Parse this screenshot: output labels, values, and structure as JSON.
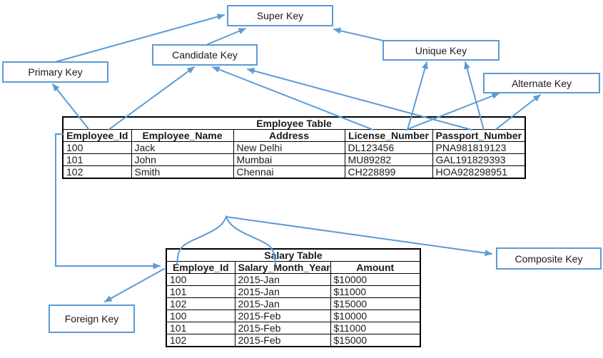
{
  "key_labels": {
    "super": "Super Key",
    "candidate": "Candidate Key",
    "primary": "Primary Key",
    "unique": "Unique Key",
    "alternate": "Alternate Key",
    "composite": "Composite Key",
    "foreign": "Foreign Key"
  },
  "employee_table": {
    "title": "Employee Table",
    "columns": [
      "Employee_Id",
      "Employee_Name",
      "Address",
      "License_Number",
      "Passport_Number"
    ],
    "rows": [
      [
        "100",
        "Jack",
        "New Delhi",
        "DL123456",
        "PNA981819123"
      ],
      [
        "101",
        "John",
        "Mumbai",
        "MU89282",
        "GAL191829393"
      ],
      [
        "102",
        "Smith",
        "Chennai",
        "CH228899",
        "HOA928298951"
      ]
    ]
  },
  "salary_table": {
    "title": "Salary Table",
    "columns": [
      "Employe_Id",
      "Salary_Month_Year",
      "Amount"
    ],
    "rows": [
      [
        "100",
        "2015-Jan",
        "$10000"
      ],
      [
        "101",
        "2015-Jan",
        "$11000"
      ],
      [
        "102",
        "2015-Jan",
        "$15000"
      ],
      [
        "100",
        "2015-Feb",
        "$10000"
      ],
      [
        "101",
        "2015-Feb",
        "$11000"
      ],
      [
        "102",
        "2015-Feb",
        "$15000"
      ]
    ]
  },
  "colors": {
    "accent_blue": "#5B9BD5",
    "table_border": "#000000",
    "text": "#1a1a1a",
    "background": "#FFFFFF"
  }
}
